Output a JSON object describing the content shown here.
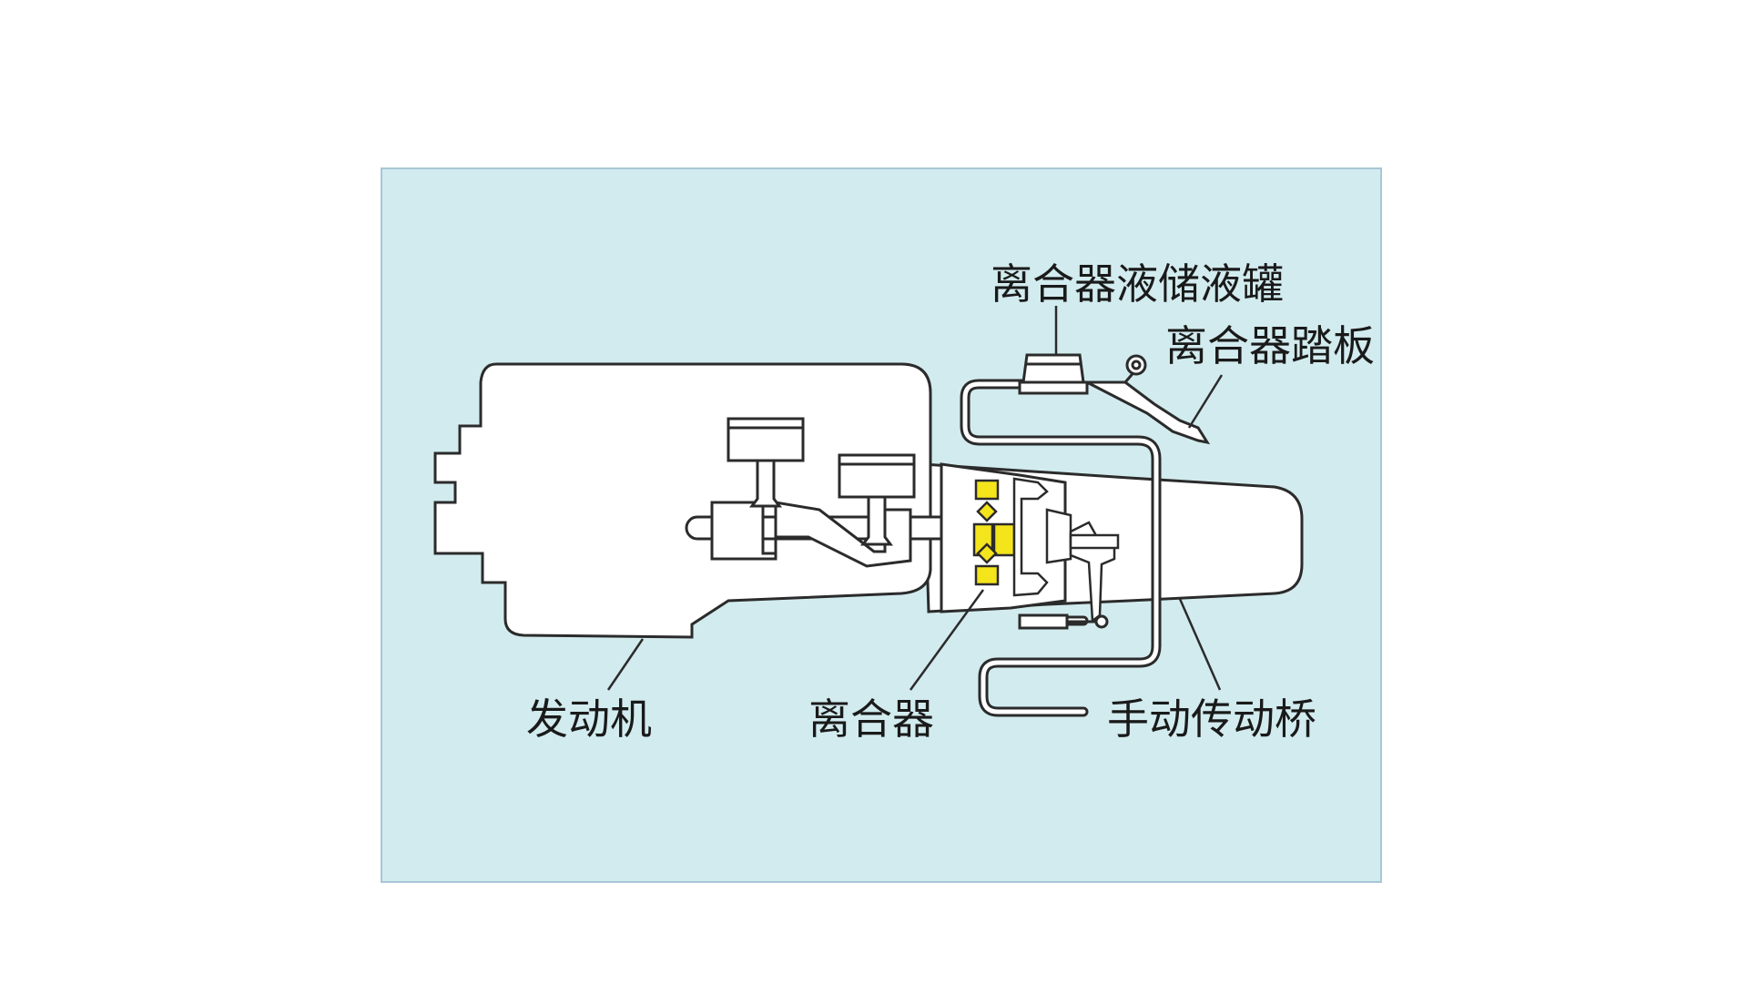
{
  "diagram": {
    "labels": {
      "reservoir": "离合器液储液罐",
      "pedal": "离合器踏板",
      "engine": "发动机",
      "clutch": "离合器",
      "transaxle": "手动传动桥"
    },
    "colors": {
      "panel_background": "#d2ebee",
      "panel_border": "#a9c6d6",
      "component_fill": "#ffffff",
      "outline": "#2b2b2b",
      "clutch_highlight": "#f4e41c"
    }
  }
}
